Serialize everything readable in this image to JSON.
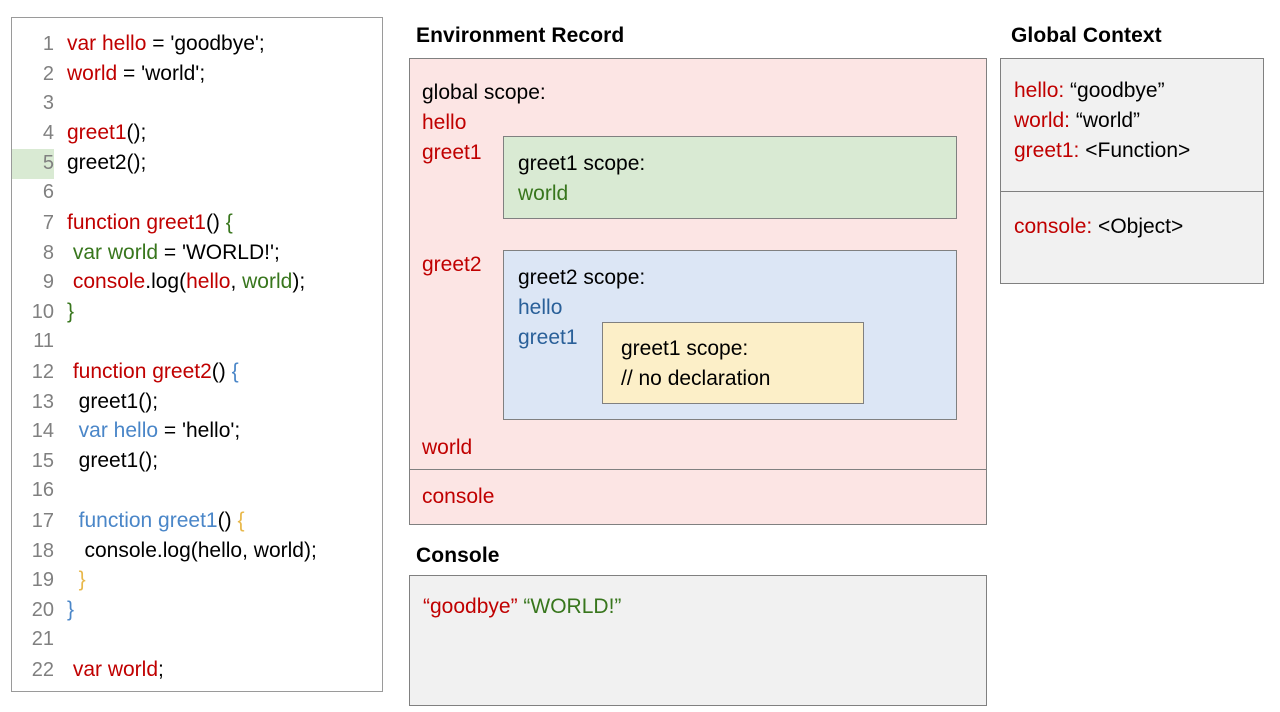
{
  "code_panel": {
    "highlighted_line": 5,
    "lines": [
      {
        "num": "1",
        "tokens": [
          {
            "t": "var hello",
            "c": "red"
          },
          {
            "t": " = 'goodbye';",
            "c": "black"
          }
        ]
      },
      {
        "num": "2",
        "tokens": [
          {
            "t": "world",
            "c": "red"
          },
          {
            "t": " = 'world';",
            "c": "black"
          }
        ]
      },
      {
        "num": "3",
        "tokens": []
      },
      {
        "num": "4",
        "tokens": [
          {
            "t": "greet1",
            "c": "red"
          },
          {
            "t": "();",
            "c": "black"
          }
        ]
      },
      {
        "num": "5",
        "tokens": [
          {
            "t": "greet2();",
            "c": "black"
          }
        ]
      },
      {
        "num": "6",
        "tokens": []
      },
      {
        "num": "7",
        "tokens": [
          {
            "t": "function greet1",
            "c": "red"
          },
          {
            "t": "() ",
            "c": "black"
          },
          {
            "t": "{",
            "c": "green"
          }
        ]
      },
      {
        "num": "8",
        "tokens": [
          {
            "t": " ",
            "c": "black"
          },
          {
            "t": "var world",
            "c": "green"
          },
          {
            "t": " = 'WORLD!';",
            "c": "black"
          }
        ]
      },
      {
        "num": "9",
        "tokens": [
          {
            "t": " ",
            "c": "black"
          },
          {
            "t": "console",
            "c": "red"
          },
          {
            "t": ".log(",
            "c": "black"
          },
          {
            "t": "hello",
            "c": "red"
          },
          {
            "t": ", ",
            "c": "black"
          },
          {
            "t": "world",
            "c": "green"
          },
          {
            "t": ");",
            "c": "black"
          }
        ]
      },
      {
        "num": "10",
        "tokens": [
          {
            "t": "}",
            "c": "green"
          }
        ]
      },
      {
        "num": "11",
        "tokens": []
      },
      {
        "num": "12",
        "tokens": [
          {
            "t": " function greet2",
            "c": "red"
          },
          {
            "t": "() ",
            "c": "black"
          },
          {
            "t": "{",
            "c": "blue"
          }
        ]
      },
      {
        "num": "13",
        "tokens": [
          {
            "t": "  greet1();",
            "c": "black"
          }
        ]
      },
      {
        "num": "14",
        "tokens": [
          {
            "t": "  ",
            "c": "black"
          },
          {
            "t": "var hello",
            "c": "blue"
          },
          {
            "t": " = 'hello';",
            "c": "black"
          }
        ]
      },
      {
        "num": "15",
        "tokens": [
          {
            "t": "  greet1();",
            "c": "black"
          }
        ]
      },
      {
        "num": "16",
        "tokens": []
      },
      {
        "num": "17",
        "tokens": [
          {
            "t": "  ",
            "c": "black"
          },
          {
            "t": "function greet1",
            "c": "blue"
          },
          {
            "t": "() ",
            "c": "black"
          },
          {
            "t": "{",
            "c": "gold"
          }
        ]
      },
      {
        "num": "18",
        "tokens": [
          {
            "t": "   console.log(hello, world);",
            "c": "black"
          }
        ]
      },
      {
        "num": "19",
        "tokens": [
          {
            "t": "  ",
            "c": "black"
          },
          {
            "t": "}",
            "c": "gold"
          }
        ]
      },
      {
        "num": "20",
        "tokens": [
          {
            "t": "}",
            "c": "blue"
          }
        ]
      },
      {
        "num": "21",
        "tokens": []
      },
      {
        "num": "22",
        "tokens": [
          {
            "t": " var world",
            "c": "red"
          },
          {
            "t": ";",
            "c": "black"
          }
        ]
      }
    ]
  },
  "environment_record": {
    "title": "Environment Record",
    "global_scope": {
      "header": "global scope:",
      "bindings_top": [
        "hello",
        "greet1"
      ],
      "binding_greet2": "greet2",
      "binding_world": "world",
      "binding_console": "console"
    },
    "greet1_scope": {
      "header": "greet1 scope:",
      "bindings": [
        "world"
      ]
    },
    "greet2_scope": {
      "header": "greet2 scope:",
      "bindings": [
        "hello",
        "greet1"
      ]
    },
    "greet1_inner_scope": {
      "header": "greet1 scope:",
      "note": "// no declaration"
    }
  },
  "global_context": {
    "title": "Global Context",
    "upper_rows": [
      {
        "key": "hello:",
        "value": " “goodbye”"
      },
      {
        "key": "world:",
        "value": " “world”"
      },
      {
        "key": "greet1:",
        "value": " <Function>"
      }
    ],
    "lower_rows": [
      {
        "key": "console:",
        "value": " <Object>"
      }
    ]
  },
  "console": {
    "title": "Console",
    "output": [
      {
        "text": "“goodbye”",
        "color": "red"
      },
      {
        "text": " ",
        "color": "black"
      },
      {
        "text": "“WORLD!”",
        "color": "green"
      }
    ]
  },
  "colors": {
    "env_record_bg": "#fce5e4",
    "greet1_scope_bg": "#d9ead3",
    "greet2_scope_bg": "#dce6f5",
    "greet1_inner_bg": "#fcefc8",
    "panel_bg": "#f1f1f1",
    "border": "#808080",
    "red": "#c00000",
    "green": "#38761d",
    "blue": "#2a6099",
    "gold": "#e8b84b",
    "highlight": "#d9ead3"
  }
}
